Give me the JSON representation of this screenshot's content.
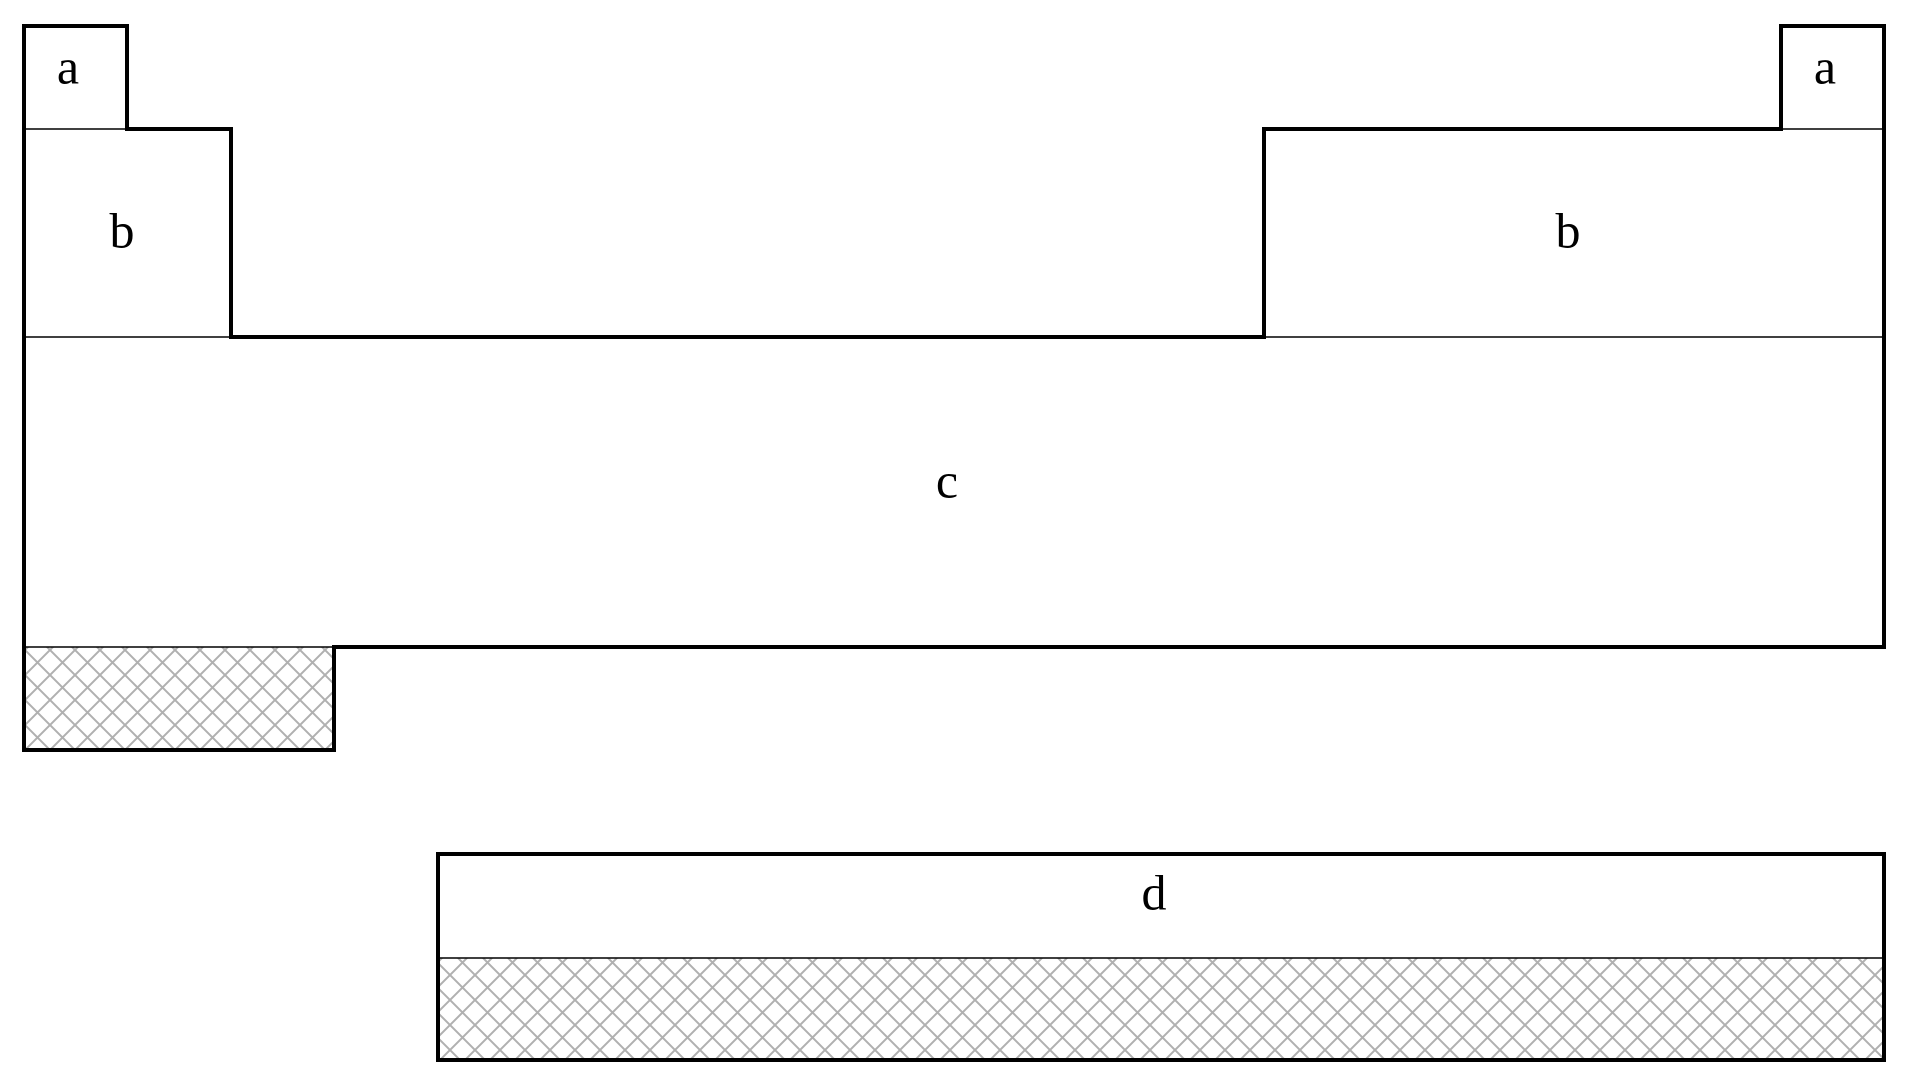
{
  "diagram": {
    "labels": {
      "a_left": "a",
      "a_right": "a",
      "b_left": "b",
      "b_right": "b",
      "c": "c",
      "d": "d"
    },
    "colors": {
      "outline": "#000000",
      "hatch": "#b0b0b0",
      "background": "#ffffff"
    }
  }
}
